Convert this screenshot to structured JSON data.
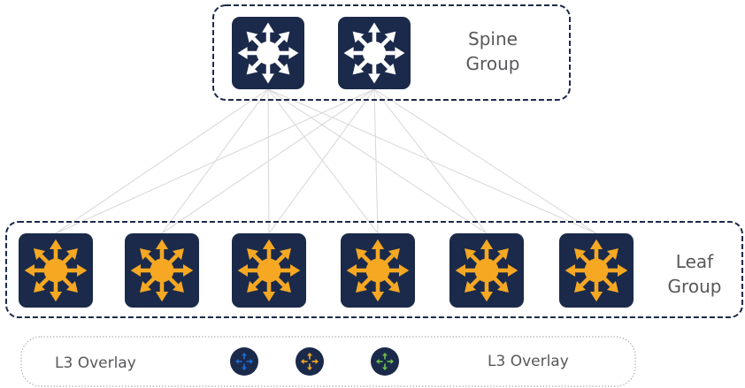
{
  "spine_group": {
    "label_line1": "Spine",
    "label_line2": "Group",
    "switch_count": 2,
    "switch_color": "#ffffff"
  },
  "leaf_group": {
    "label_line1": "Leaf",
    "label_line2": "Group",
    "switch_count": 6,
    "switch_color": "#f6a823"
  },
  "overlay": {
    "label_left": "L3 Overlay",
    "label_right": "L3 Overlay",
    "icons": [
      {
        "name": "blue-router-icon",
        "color": "#1e6bd6"
      },
      {
        "name": "orange-router-icon",
        "color": "#f6a823"
      },
      {
        "name": "green-router-icon",
        "color": "#6cc04a"
      }
    ]
  },
  "colors": {
    "switch_bg": "#1b2a4a",
    "group_border": "#1b2a4a",
    "overlay_border": "#b3b3b3",
    "link_line": "#d7d7d7",
    "text": "#58585b"
  }
}
